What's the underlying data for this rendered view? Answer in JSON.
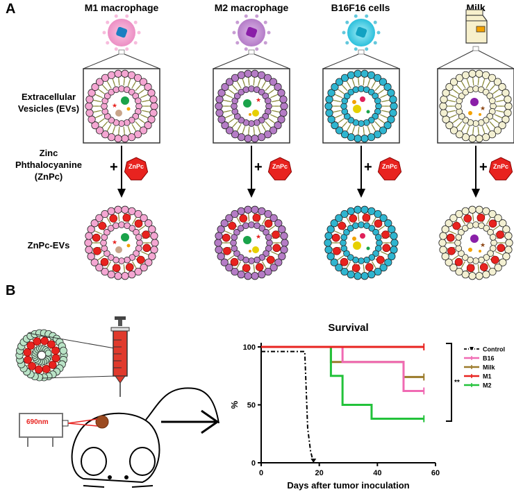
{
  "panel_a": {
    "label": "A",
    "columns": [
      {
        "title": "M1 macrophage",
        "color": "#f4a6d2",
        "icon": "m1-macrophage-icon"
      },
      {
        "title": "M2 macrophage",
        "color": "#b57cc6",
        "icon": "m2-macrophage-icon"
      },
      {
        "title": "B16F16 cells",
        "color": "#2fb5d0",
        "icon": "b16f16-cell-icon"
      },
      {
        "title": "Milk",
        "color": "#f3f0d2",
        "icon": "milk-carton-icon"
      }
    ],
    "row_labels": {
      "evs": [
        "Extracellular",
        "Vesicles (EVs)"
      ],
      "znpc": [
        "Zinc",
        "Phthalocyanine",
        "(ZnPc)"
      ],
      "znpc_evs": "ZnPc-EVs"
    },
    "plus_sign": "+",
    "znpc_badge": "ZnPc"
  },
  "panel_b": {
    "label": "B",
    "laser_label": "690nm",
    "chart_data": {
      "type": "line",
      "title": "Survival",
      "xlabel": "Days after tumor inoculation",
      "ylabel": "%",
      "xlim": [
        0,
        60
      ],
      "ylim": [
        0,
        100
      ],
      "xticks": [
        0,
        20,
        40,
        60
      ],
      "yticks": [
        0,
        50,
        100
      ],
      "step": true,
      "significance": "**",
      "series": [
        {
          "name": "Control",
          "color": "#000000",
          "dash": "dash-dot",
          "x": [
            0,
            15,
            16,
            16.5,
            17,
            17.5,
            18
          ],
          "y": [
            96,
            96,
            30,
            20,
            10,
            5,
            0
          ]
        },
        {
          "name": "B16",
          "color": "#f06ab3",
          "x": [
            0,
            28,
            28,
            49,
            49,
            56
          ],
          "y": [
            100,
            100,
            87,
            87,
            62,
            62
          ]
        },
        {
          "name": "Milk",
          "color": "#9b7a2a",
          "x": [
            0,
            24,
            24,
            49,
            49,
            56
          ],
          "y": [
            100,
            100,
            87,
            87,
            74,
            74
          ]
        },
        {
          "name": "M1",
          "color": "#e8231f",
          "x": [
            0,
            56
          ],
          "y": [
            100,
            100
          ]
        },
        {
          "name": "M2",
          "color": "#22c23a",
          "x": [
            0,
            24,
            24,
            28,
            28,
            38,
            38,
            56
          ],
          "y": [
            100,
            100,
            75,
            75,
            50,
            50,
            38,
            38
          ]
        }
      ]
    }
  }
}
